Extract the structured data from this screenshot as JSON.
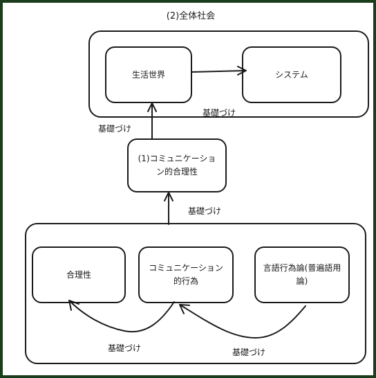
{
  "title": "(2)全体社会",
  "top_group": {
    "lifeworld": "生活世界",
    "system": "システム",
    "foundation_label": "基礎づけ"
  },
  "left_foundation_label": "基礎づけ",
  "middle_box": {
    "line1": "(1)コミュニケーショ",
    "line2": "ン的合理性"
  },
  "middle_foundation_label": "基礎づけ",
  "bottom_group": {
    "rationality": "合理性",
    "comm_action_line1": "コミュニケーション",
    "comm_action_line2": "的行為",
    "speech_act_line1": "言語行為論(普遍語用",
    "speech_act_line2": "論)",
    "foundation_label_left": "基礎づけ",
    "foundation_label_right": "基礎づけ"
  }
}
